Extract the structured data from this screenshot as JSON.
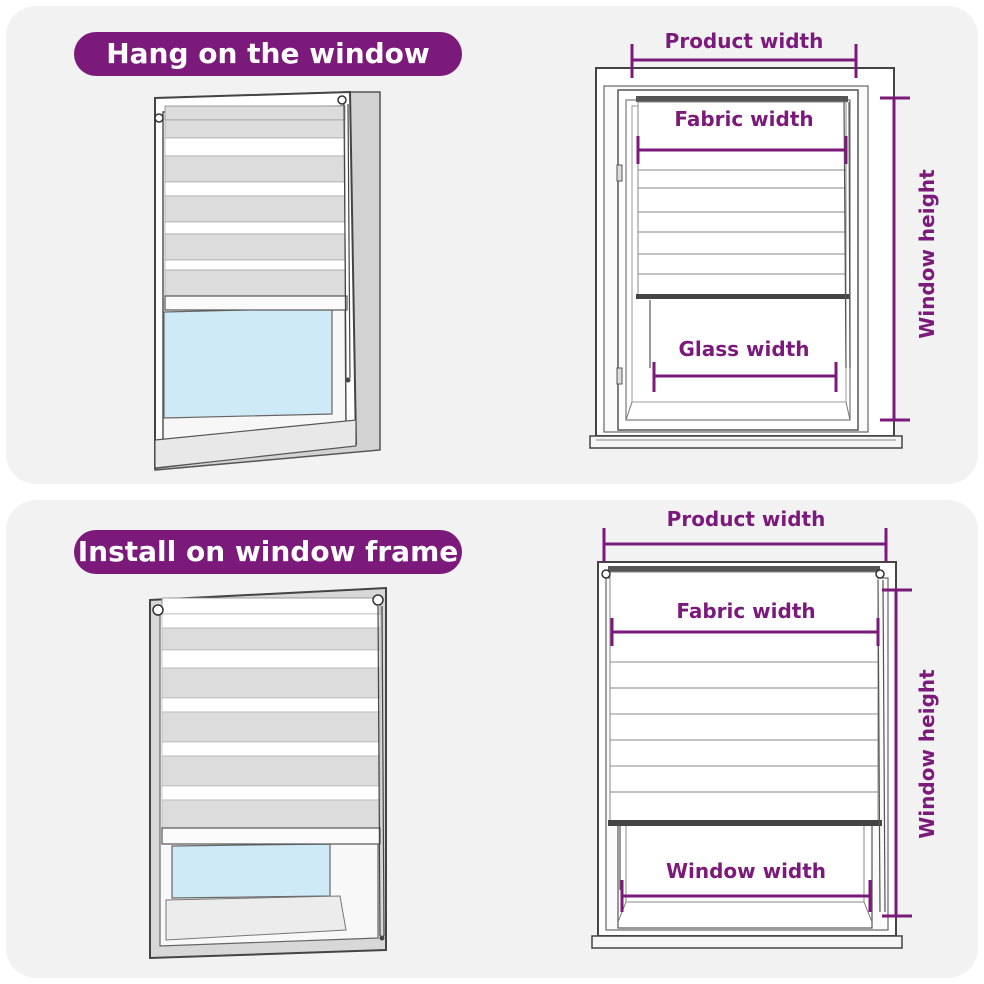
{
  "colors": {
    "accent": "#7b1a7b",
    "panel_bg": "#f2f2f2",
    "glass": "#cfeaf7",
    "slat_dark": "#dcdcdc",
    "slat_light": "#ffffff",
    "line": "#333333"
  },
  "top": {
    "badge": "Hang on the window",
    "product_width": "Product  width",
    "fabric_width": "Fabric  width",
    "glass_width": "Glass  width",
    "window_height": "Window height"
  },
  "bottom": {
    "badge": "Install on window frame",
    "product_width": "Product  width",
    "fabric_width": "Fabric  width",
    "window_width": "Window width",
    "window_height": "Window height"
  }
}
